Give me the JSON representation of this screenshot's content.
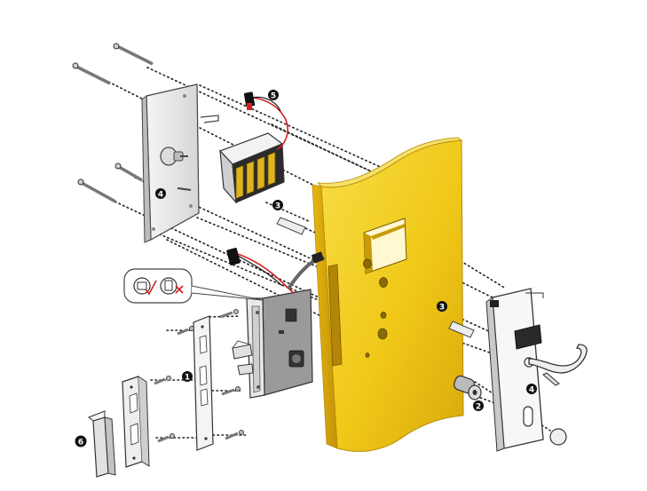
{
  "diagram": {
    "callouts": [
      {
        "id": "plate-part",
        "label": "4"
      },
      {
        "id": "battery-cable",
        "label": "5"
      },
      {
        "id": "spindle-top",
        "label": "3"
      },
      {
        "id": "strike-screws",
        "label": "1"
      },
      {
        "id": "strike-box",
        "label": "6"
      },
      {
        "id": "spindle-right",
        "label": "3"
      },
      {
        "id": "cylinder",
        "label": "2"
      },
      {
        "id": "handle-set",
        "label": "4"
      }
    ],
    "colors": {
      "door": "#f2cf1e",
      "door_edge": "#d8ab0a",
      "door_shadow": "#c99c09",
      "metal": "#e6e6e6",
      "metal_dark": "#7a7a7a",
      "lock_body": "#9a9a9a",
      "battery_gold": "#e0b420",
      "wire_red": "#d42020",
      "callout": "#111111"
    }
  }
}
